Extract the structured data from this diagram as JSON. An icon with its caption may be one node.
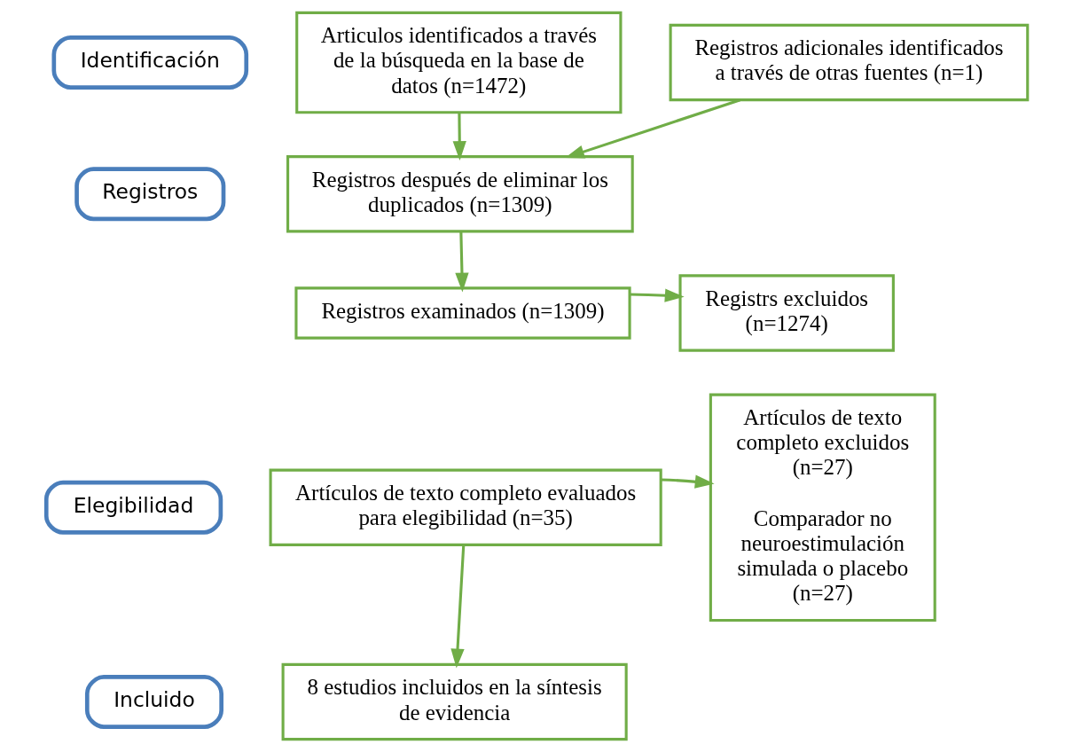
{
  "diagram": {
    "nodes": [
      {
        "text": [
          "Identificación"
        ]
      },
      {
        "text": [
          "Articulos identificados a través de la búsqueda en la base de datos (n=1472)"
        ]
      },
      {
        "text": [
          "Registros adicionales identificados a través de otras fuentes (n=1)"
        ]
      },
      {
        "text": [
          "Registros"
        ]
      },
      {
        "text": [
          "Registros después de eliminar los duplicados (n=1309)"
        ]
      },
      {
        "text": [
          "Registros examinados (n=1309)"
        ]
      },
      {
        "text": [
          "Registrs excluidos (n=1274)"
        ]
      },
      {
        "text": [
          "Elegibilidad"
        ]
      },
      {
        "text": [
          "Artículos de texto completo evaluados para elegibilidad (n=35)"
        ]
      },
      {
        "text": [
          "Artículos de texto completo excluidos (n=27)",
          "Comparador no neuroestimulación simulada o placebo (n=27)"
        ]
      },
      {
        "text": [
          "Incluido"
        ]
      },
      {
        "text": [
          "8 estudios incluidos en la síntesis de evidencia"
        ]
      }
    ],
    "edges": [
      {
        "from": 1,
        "to": 4,
        "arrow": "to"
      },
      {
        "from": 2,
        "to": 4,
        "arrow": "to"
      },
      {
        "from": 4,
        "to": 5,
        "arrow": "to"
      },
      {
        "from": 5,
        "to": 6,
        "arrow": "to"
      },
      {
        "from": 8,
        "to": 9,
        "arrow": "to"
      },
      {
        "from": 8,
        "to": 11,
        "arrow": "to"
      }
    ]
  }
}
